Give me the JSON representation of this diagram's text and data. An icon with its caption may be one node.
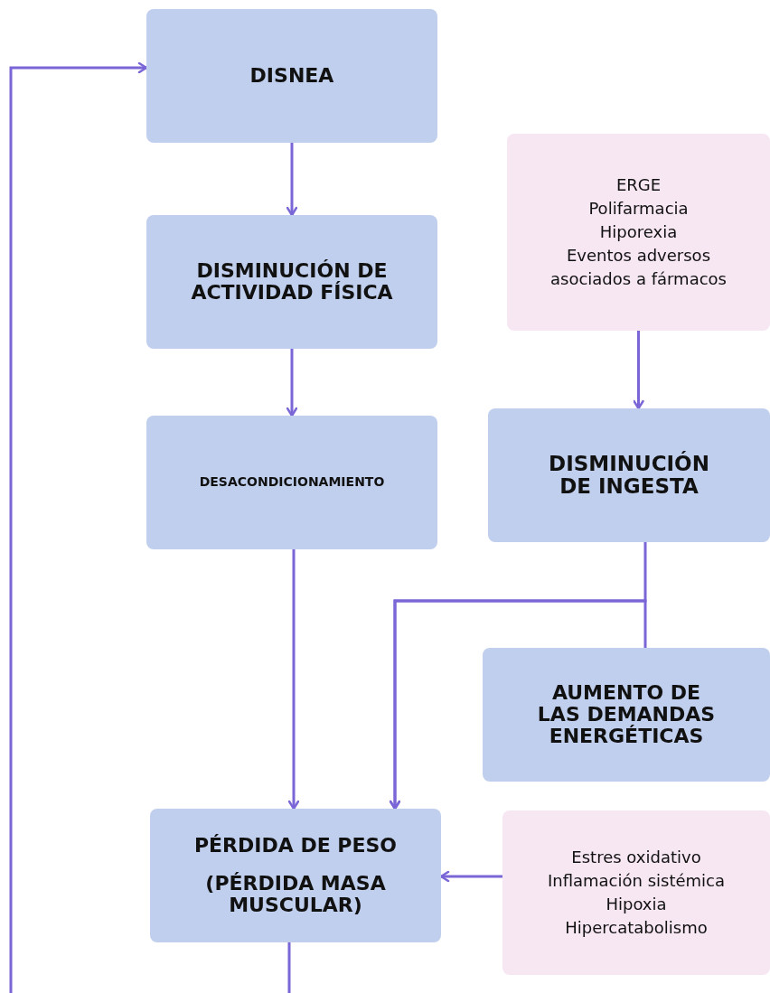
{
  "diagram": {
    "nodes": [
      {
        "text": [
          "DISNEA"
        ]
      },
      {
        "text": [
          "DISMINUCIÓN DE ACTIVIDAD FÍSICA"
        ]
      },
      {
        "text": [
          "ERGE",
          "Polifarmacia",
          "Hiporexia",
          "Eventos adversos asociados a fármacos"
        ]
      },
      {
        "text": [
          "DESACONDICIONAMIENTO"
        ]
      },
      {
        "text": [
          "DISMINUCIÓN DE INGESTA"
        ]
      },
      {
        "text": [
          "AUMENTO DE LAS DEMANDAS ENERGÉTICAS"
        ]
      },
      {
        "text": [
          "PÉRDIDA DE PESO",
          "(PÉRDIDA MASA MUSCULAR)"
        ]
      },
      {
        "text": [
          "Estres oxidativo",
          "Inflamación sistémica",
          "Hipoxia",
          "Hipercatabolismo"
        ]
      }
    ],
    "edges": [
      {
        "from": null,
        "to": 0,
        "arrow": "to"
      },
      {
        "from": 0,
        "to": 1,
        "arrow": "to"
      },
      {
        "from": 1,
        "to": 3,
        "arrow": "to"
      },
      {
        "from": 3,
        "to": 6,
        "arrow": "to"
      },
      {
        "from": 2,
        "to": 4,
        "arrow": "to"
      },
      {
        "from": 4,
        "to": 6,
        "arrow": "to"
      },
      {
        "from": 5,
        "to": 6,
        "arrow": "to"
      },
      {
        "from": 7,
        "to": 6,
        "arrow": "to"
      },
      {
        "from": 6,
        "to": null,
        "arrow": "none"
      }
    ]
  }
}
